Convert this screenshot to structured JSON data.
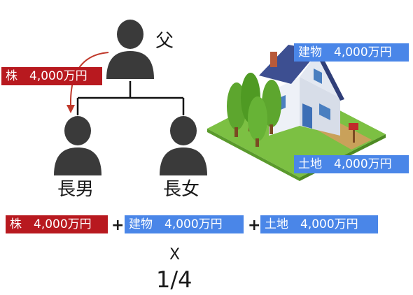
{
  "family": {
    "father": "父",
    "son": "長男",
    "daughter": "長女"
  },
  "assets": {
    "stock": "株　4,000万円",
    "building": "建物　4,000万円",
    "land": "土地　4,000万円"
  },
  "formula": {
    "term1": "株　4,000万円",
    "plus1": "+",
    "term2": "建物　4,000万円",
    "plus2": "+",
    "term3": "土地　4,000万円",
    "times": "X",
    "fraction": "1/4"
  },
  "colors": {
    "stock": "#b8191f",
    "real_estate": "#4a86e8",
    "person": "#3a3a3a"
  }
}
